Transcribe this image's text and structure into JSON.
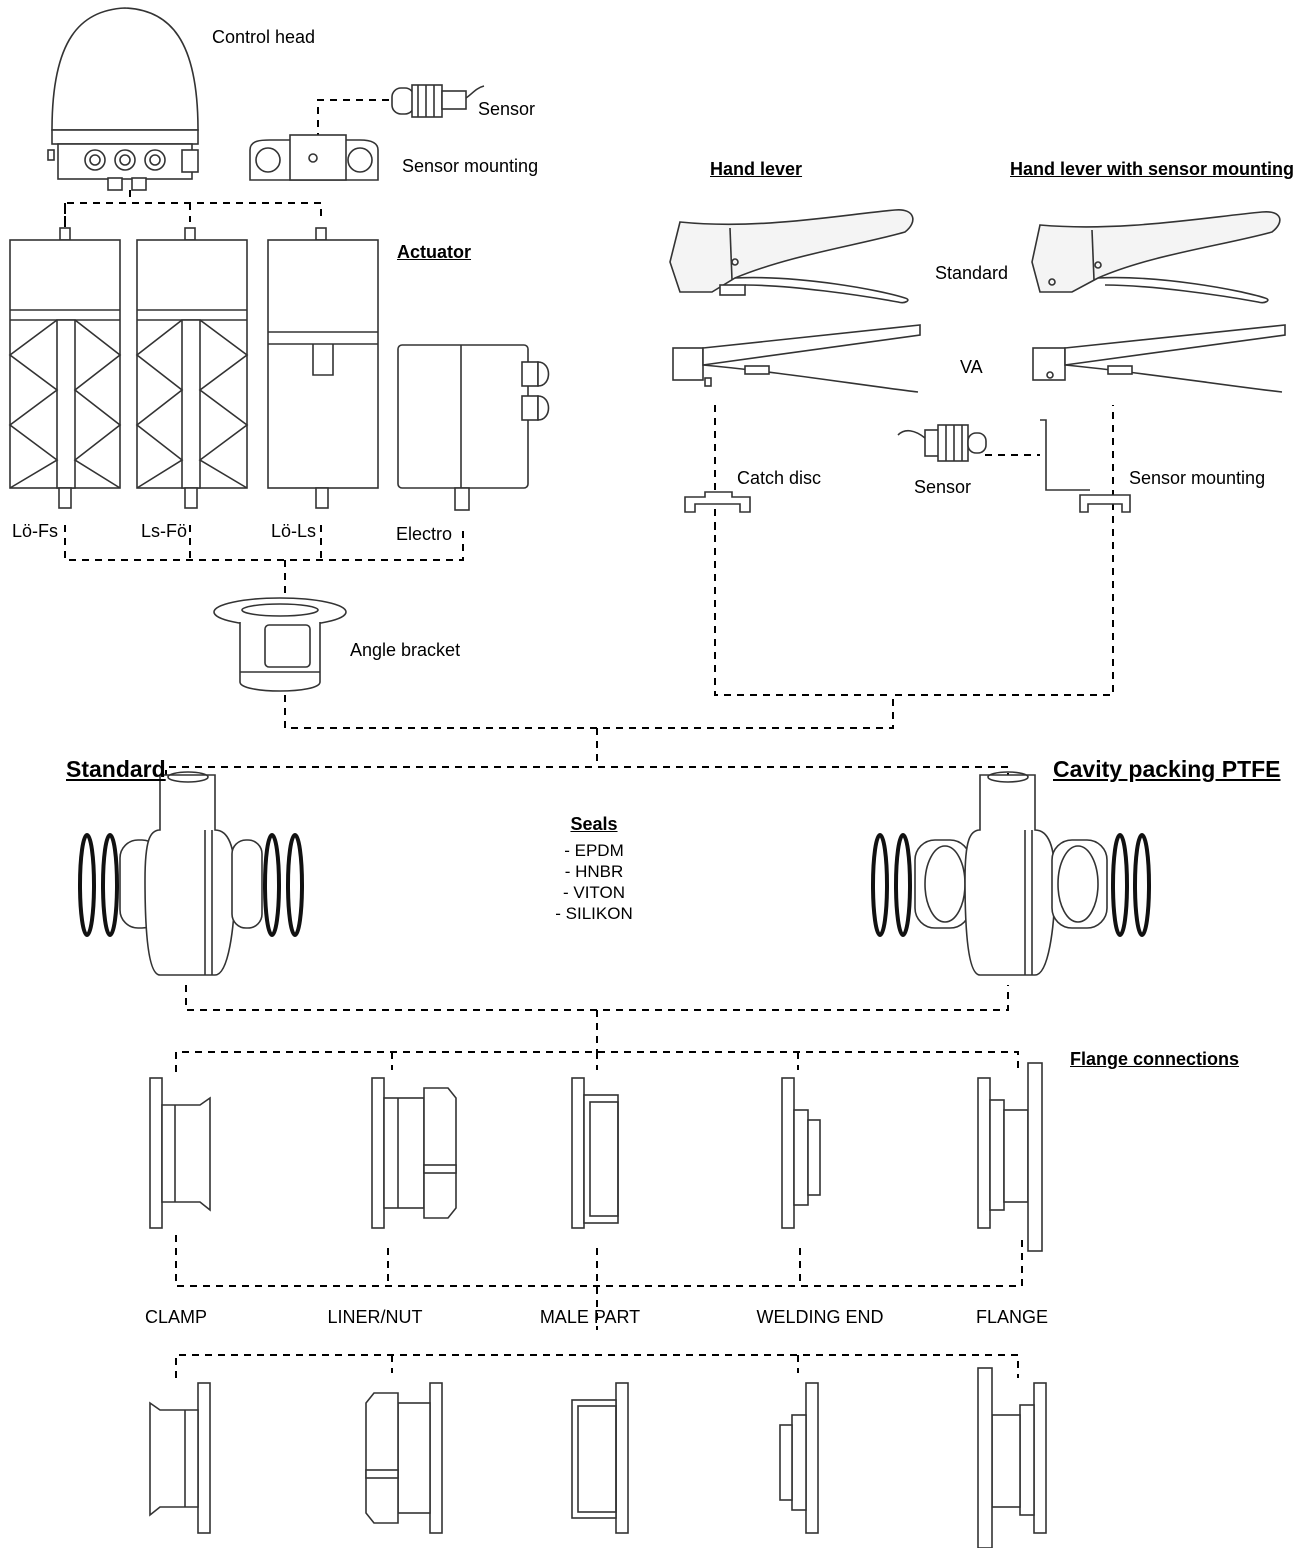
{
  "labels": {
    "control_head": "Control head",
    "sensor_top": "Sensor",
    "sensor_mounting_top": "Sensor mounting",
    "actuator_header": "Actuator",
    "lo_fs": "Lö-Fs",
    "ls_fo": "Ls-Fö",
    "lo_ls": "Lö-Ls",
    "electro": "Electro",
    "angle_bracket": "Angle bracket",
    "hand_lever_header": "Hand lever",
    "hand_lever_sensor_header": "Hand lever with sensor mounting",
    "standard_lever": "Standard",
    "va": "VA",
    "catch_disc": "Catch disc",
    "sensor_right": "Sensor",
    "sensor_mounting_right": "Sensor mounting",
    "standard_body_header": "Standard",
    "cavity_header": "Cavity packing PTFE",
    "seals_header": "Seals",
    "flange_connections_header": "Flange connections"
  },
  "seals": [
    "- EPDM",
    "- HNBR",
    "- VITON",
    "- SILIKON"
  ],
  "connections": [
    "CLAMP",
    "LINER/NUT",
    "MALE PART",
    "WELDING END",
    "FLANGE"
  ],
  "icons": {
    "control_head": "control-head-icon",
    "sensor": "sensor-icon",
    "actuator": "actuator-icon",
    "angle_bracket": "angle-bracket-icon",
    "hand_lever": "hand-lever-icon",
    "valve_body": "valve-body-icon",
    "seal_ring": "seal-ring-icon",
    "connection": "flange-connection-icon"
  }
}
